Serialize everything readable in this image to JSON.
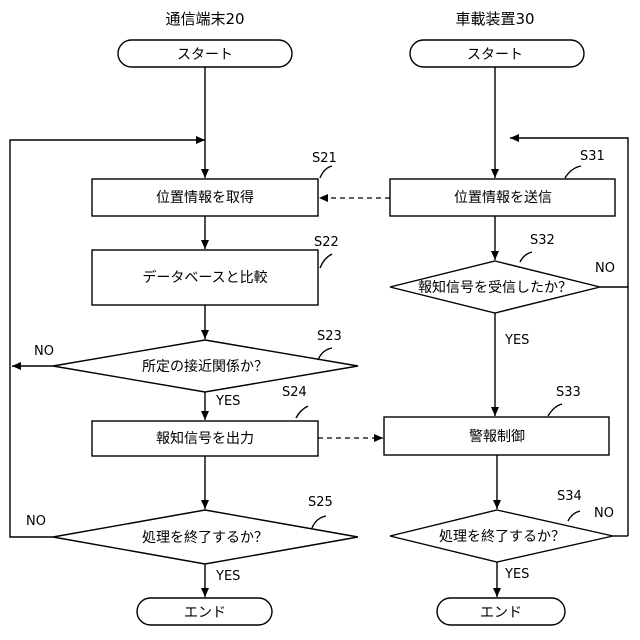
{
  "headers": {
    "left": "通信端末20",
    "right": "車載装置30"
  },
  "left": {
    "start": "スタート",
    "s21": {
      "label": "位置情報を取得",
      "step": "S21"
    },
    "s22": {
      "label": "データベースと比較",
      "step": "S22"
    },
    "s23": {
      "label": "所定の接近関係か？",
      "step": "S23"
    },
    "s24": {
      "label": "報知信号を出力",
      "step": "S24"
    },
    "s25": {
      "label": "処理を終了するか？",
      "step": "S25"
    },
    "end": "エンド",
    "s23_no": "NO",
    "s23_yes": "YES",
    "s25_no": "NO",
    "s25_yes": "YES"
  },
  "right": {
    "start": "スタート",
    "s31": {
      "label": "位置情報を送信",
      "step": "S31"
    },
    "s32": {
      "label": "報知信号を受信したか？",
      "step": "S32"
    },
    "s33": {
      "label": "警報制御",
      "step": "S33"
    },
    "s34": {
      "label": "処理を終了するか？",
      "step": "S34"
    },
    "end": "エンド",
    "s32_no": "NO",
    "s32_yes": "YES",
    "s34_no": "NO",
    "s34_yes": "YES"
  }
}
